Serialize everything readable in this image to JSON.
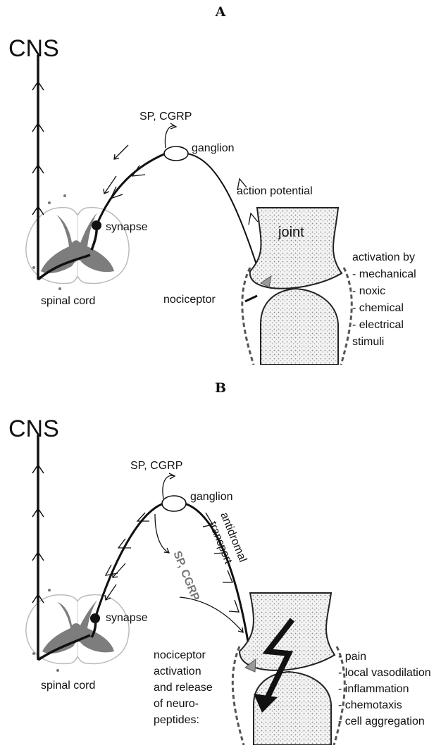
{
  "panels": [
    {
      "letter": "A",
      "cns": "CNS",
      "ganglion": "ganglion",
      "mediators": "SP, CGRP",
      "action_potential": "action potential",
      "synapse": "synapse",
      "spinal_cord": "spinal cord",
      "joint": "joint",
      "nociceptor": "nociceptor",
      "activation": [
        "activation by",
        "- mechanical",
        "- noxic",
        "- chemical",
        "- electrical",
        "stimuli"
      ]
    },
    {
      "letter": "B",
      "cns": "CNS",
      "ganglion": "ganglion",
      "mediators": "SP, CGRP",
      "antidromal": [
        "antidromal",
        "transport"
      ],
      "sp_cgrp_rotated": "SP, CGRP",
      "synapse": "synapse",
      "spinal_cord": "spinal cord",
      "nociceptor_lines": [
        "nociceptor",
        "activation",
        "and release",
        "of neuro-",
        "peptides:"
      ],
      "effects": [
        "- pain",
        "- local vasodilation",
        "- inflammation",
        "- chemotaxis",
        "- cell aggregation"
      ]
    }
  ]
}
